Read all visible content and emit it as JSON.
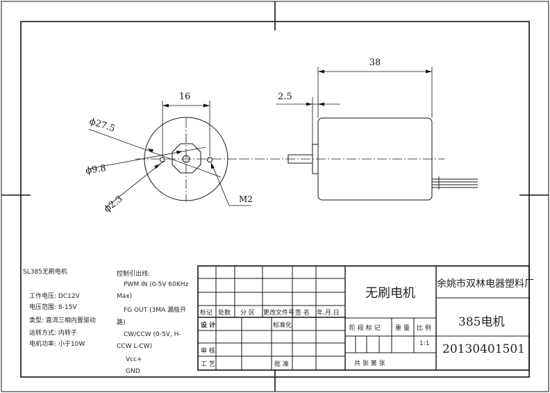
{
  "dimensions": {
    "length": "38",
    "flange": "2.5",
    "hole_spacing": "16",
    "outer_diameter": "ϕ27.5",
    "shaft_diameter": "ϕ9.8",
    "hole_diameter": "ϕ2.3",
    "thread": "M2"
  },
  "specs": {
    "model": "SL385无刷电机",
    "voltage": "工作电压: DC12V",
    "range": "电压范围: 8-15V",
    "type": "类型:  直流三相内置驱动",
    "rotation": "运转方式: 内转子",
    "power": "电机功率: 小于10W"
  },
  "leads": {
    "title": "控制引出线:",
    "pwm_a": "PWM IN (0-5V 60KHz",
    "pwm_b": "Max)",
    "fg_a": "FG OUT (3MA 漏极开",
    "fg_b": "路)",
    "cw_a": "CW/CCW (0-5V, H-",
    "cw_b": "CCW L-CW)",
    "vcc": "Vcc+",
    "gnd": "GND"
  },
  "title_block": {
    "h_mark": "标记",
    "h_count": "处数",
    "h_zone": "分 区",
    "h_doc": "更改文件号",
    "h_sign": "签 名",
    "h_date": "年.月.日",
    "design": "设 计",
    "standard": "标准化",
    "review": "审 核",
    "process": "工 艺",
    "approve": "批 准",
    "name": "无刷电机",
    "stage": "阶 段 标 记",
    "weight": "重 量",
    "ratio": "比 例",
    "scale": "1:1",
    "sheets": "共     张 第     张",
    "company": "余姚市双林电器塑料厂",
    "part": "385电机",
    "drawing_no": "20130401501"
  }
}
